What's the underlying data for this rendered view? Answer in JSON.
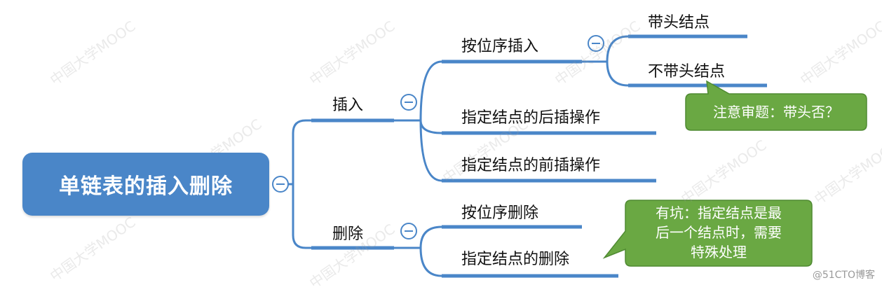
{
  "root": {
    "label": "单链表的插入删除"
  },
  "branches": {
    "insert": {
      "label": "插入",
      "children": {
        "by_order": {
          "label": "按位序插入",
          "children": [
            "带头结点",
            "不带头结点"
          ]
        },
        "after": "指定结点的后插操作",
        "before": "指定结点的前插操作"
      }
    },
    "delete": {
      "label": "删除",
      "children": {
        "by_order": "按位序删除",
        "node": "指定结点的删除"
      }
    }
  },
  "callouts": {
    "head_note": "注意审题：带头否？",
    "pitfall_note": [
      "有坑：指定结点是最",
      "后一个结点时，需要",
      "特殊处理"
    ]
  },
  "colors": {
    "line": "#4a86c8",
    "root_fill": "#4a86c8",
    "callout_fill": "#6aa843"
  },
  "watermark": "中国大学MOOC",
  "footer": "@51CTO博客"
}
